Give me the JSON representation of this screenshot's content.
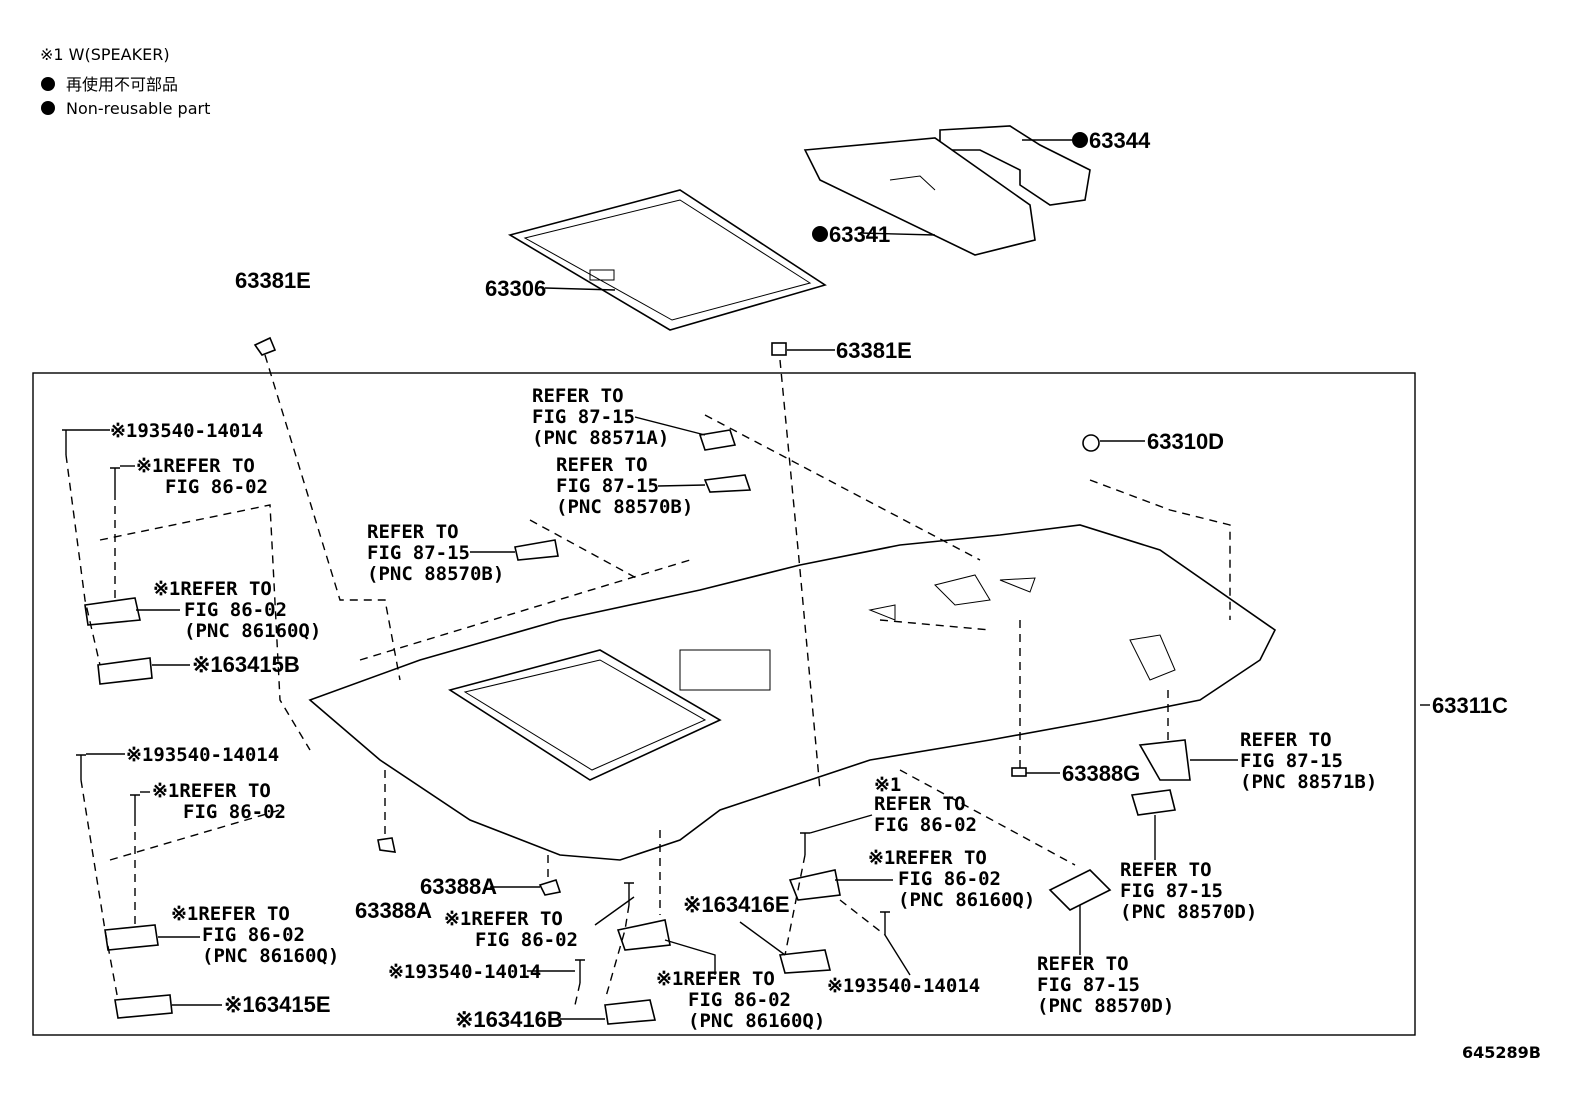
{
  "legend": {
    "speaker": "※1 W(SPEAKER)",
    "non_reusable_jp": "再使用不可部品",
    "non_reusable_en": "Non-reusable part"
  },
  "drawing_number": "645289B",
  "parts": {
    "p63344": "63344",
    "p63341": "63341",
    "p63306": "63306",
    "p63381E_left": "63381E",
    "p63381E_right": "63381E",
    "p63310D": "63310D",
    "p63311C": "63311C",
    "p63388G": "63388G",
    "p63388A_1": "63388A",
    "p63388A_2": "63388A",
    "p63415B": "※163415B",
    "p63415E": "※163415E",
    "p63416E": "※163416E",
    "p63416B": "※163416B",
    "screw_1": "※193540-14014",
    "screw_2": "※193540-14014",
    "screw_3": "※193540-14014",
    "screw_4": "※193540-14014"
  },
  "refs": {
    "r1": [
      "REFER TO",
      "FIG 87-15",
      "(PNC 88571A)"
    ],
    "r2": [
      "REFER TO",
      "FIG 87-15",
      "(PNC 88570B)"
    ],
    "r3": [
      "REFER TO",
      "FIG 87-15",
      "(PNC 88570B)"
    ],
    "r4": [
      "※1REFER TO",
      "FIG 86-02"
    ],
    "r5": [
      "※1REFER TO",
      "FIG 86-02",
      "(PNC 86160Q)"
    ],
    "r6": [
      "※1REFER TO",
      "FIG 86-02"
    ],
    "r7": [
      "※1REFER TO",
      "FIG 86-02",
      "(PNC 86160Q)"
    ],
    "r8": [
      "※1REFER TO",
      "FIG 86-02"
    ],
    "r9": [
      "※1REFER TO",
      "FIG 86-02",
      "(PNC 86160Q)"
    ],
    "r10": [
      "※1",
      "REFER TO",
      "FIG 86-02"
    ],
    "r11": [
      "※1REFER TO",
      "FIG 86-02",
      "(PNC 86160Q)"
    ],
    "r12": [
      "REFER TO",
      "FIG 87-15",
      "(PNC 88571B)"
    ],
    "r13": [
      "REFER TO",
      "FIG 87-15",
      "(PNC 88570D)"
    ],
    "r14": [
      "REFER TO",
      "FIG 87-15",
      "(PNC 88570D)"
    ]
  }
}
